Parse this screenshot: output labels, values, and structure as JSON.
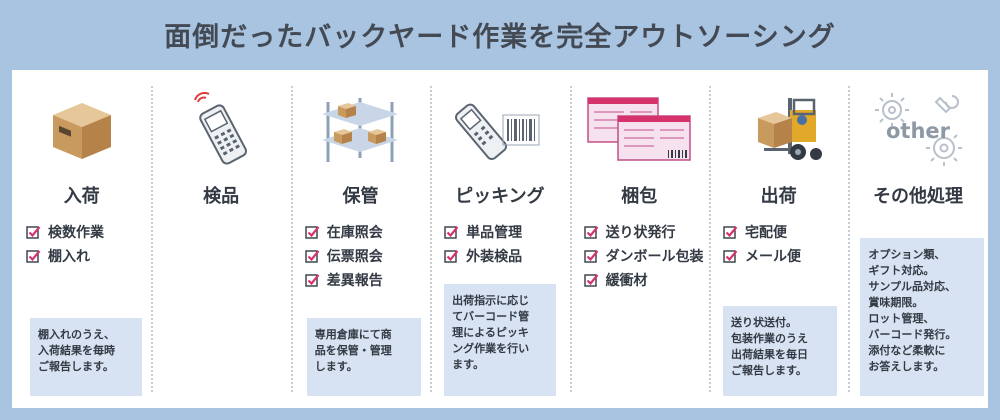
{
  "title": "面倒だったバックヤード作業を完全アウトソーシング",
  "icon_text": "other",
  "columns": [
    {
      "title": "入荷",
      "icon": "cardboard-box-icon",
      "tasks": [
        "検数作業",
        "棚入れ"
      ],
      "note": "棚入れのうえ、\n入荷結果を毎時\nご報告します。"
    },
    {
      "title": "検品",
      "icon": "handheld-scanner-icon",
      "tasks": [],
      "note": ""
    },
    {
      "title": "保管",
      "icon": "warehouse-shelf-icon",
      "tasks": [
        "在庫照会",
        "伝票照会",
        "差異報告"
      ],
      "note": "専用倉庫にて商\n品を保管・管理\nします。"
    },
    {
      "title": "ピッキング",
      "icon": "barcode-scanner-icon",
      "tasks": [
        "単品管理",
        "外装検品"
      ],
      "note": "出荷指示に応じ\nてバーコード管\n理によるピッキ\nング作業を行い\nます。"
    },
    {
      "title": "梱包",
      "icon": "shipping-labels-icon",
      "tasks": [
        "送り状発行",
        "ダンボール包装",
        "緩衝材"
      ],
      "note": ""
    },
    {
      "title": "出荷",
      "icon": "forklift-icon",
      "tasks": [
        "宅配便",
        "メール便"
      ],
      "note": "送り状送付。\n包装作業のうえ\n出荷結果を毎日\nご報告します。"
    },
    {
      "title": "その他処理",
      "icon": "gears-other-icon",
      "tasks": [],
      "note": "オプション類、\nギフト対応。\nサンプル品対応、\n賞味期限。\nロット管理、\nバーコード発行。\n添付など柔軟に\nお答えします。"
    }
  ],
  "colors": {
    "frame": "#a9c4e0",
    "note_bg": "#d7e3f2",
    "check": "#d6336c",
    "text": "#333a44"
  }
}
